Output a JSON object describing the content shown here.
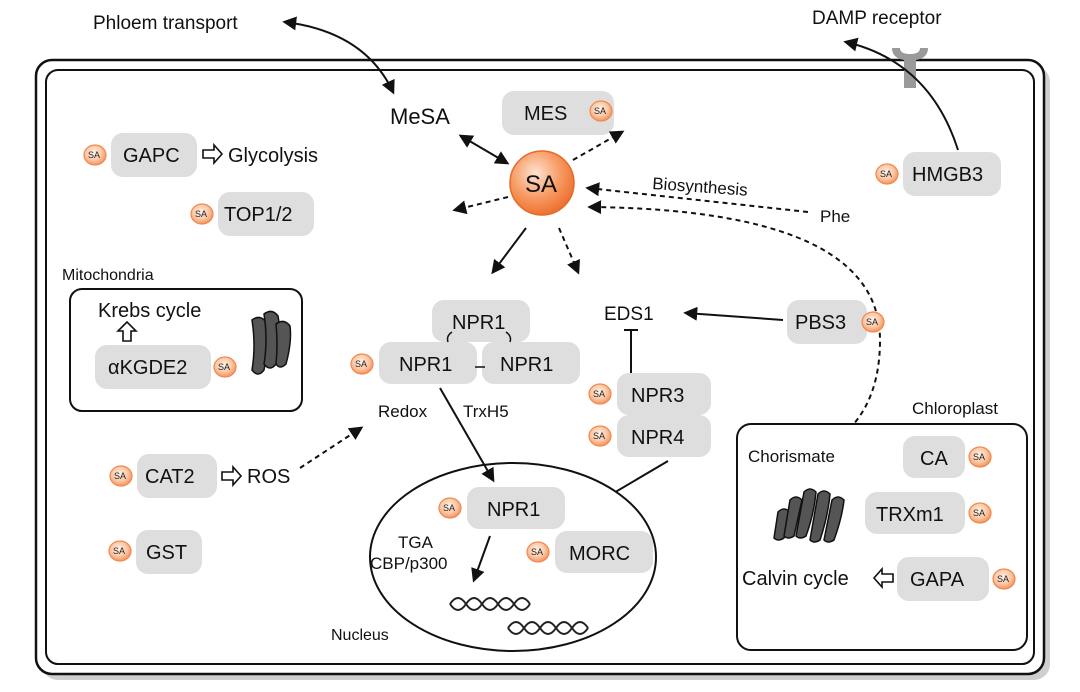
{
  "labels": {
    "phloem_transport": "Phloem transport",
    "damp_receptor": "DAMP receptor",
    "mesa": "MeSA",
    "mes": "MES",
    "sa_center": "SA",
    "gapc": "GAPC",
    "glycolysis": "Glycolysis",
    "top12": "TOP1/2",
    "biosynthesis": "Biosynthesis",
    "phe": "Phe",
    "hmgb3": "HMGB3",
    "mitochondria": "Mitochondria",
    "krebs_cycle": "Krebs cycle",
    "akgde2": "αKGDE2",
    "npr1": "NPR1",
    "eds1": "EDS1",
    "pbs3": "PBS3",
    "npr3": "NPR3",
    "npr4": "NPR4",
    "redox": "Redox",
    "trxh5": "TrxH5",
    "chloroplast": "Chloroplast",
    "chorismate": "Chorismate",
    "ca": "CA",
    "trxm1": "TRXm1",
    "calvin_cycle": "Calvin cycle",
    "gapa": "GAPA",
    "cat2": "CAT2",
    "ros": "ROS",
    "gst": "GST",
    "tga": "TGA",
    "cbp_p300": "CBP/p300",
    "morc": "MORC",
    "nucleus": "Nucleus",
    "sa_badge": "SA"
  },
  "colors": {
    "sa_orange": "#f2884d",
    "protein_box": "#dedede"
  }
}
